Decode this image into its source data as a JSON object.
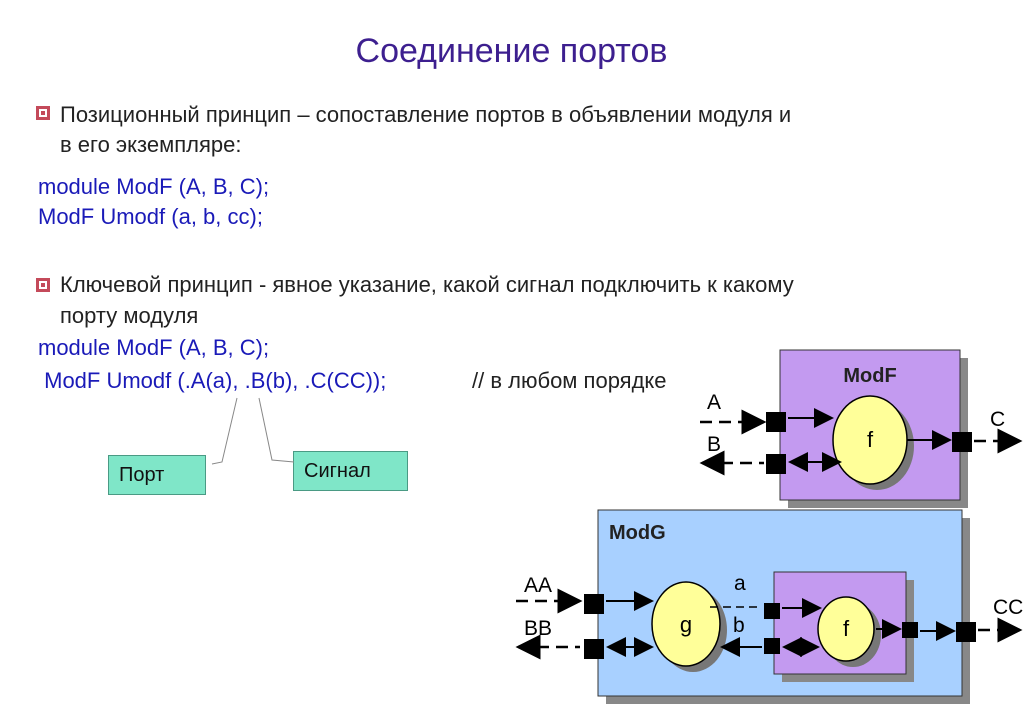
{
  "title": "Соединение портов",
  "section1": {
    "line1": "Позиционный принцип – сопоставление портов в объявлении модуля и",
    "line2": "в его экземпляре:",
    "code1": "module ModF (A, B, C);",
    "code2": "ModF Umodf (a, b, cc);"
  },
  "section2": {
    "line1": "Ключевой принцип - явное указание, какой сигнал подключить к какому",
    "line2": "порту модуля",
    "code1": "module ModF (A, B, C);",
    "code2": " ModF Umodf (.A(a), .B(b), .C(CC));",
    "comment": "// в любом порядке"
  },
  "callouts": {
    "port": "Порт",
    "signal": "Сигнал"
  },
  "diagram": {
    "modf_label": "ModF",
    "modg_label": "ModG",
    "modf_inner": "f",
    "modg_g": "g",
    "modg_f": "f",
    "port_A": "A",
    "port_B": "B",
    "port_C": "C",
    "sig_AA": "AA",
    "sig_BB": "BB",
    "sig_CC": "CC",
    "sig_a": "a",
    "sig_b": "b"
  }
}
